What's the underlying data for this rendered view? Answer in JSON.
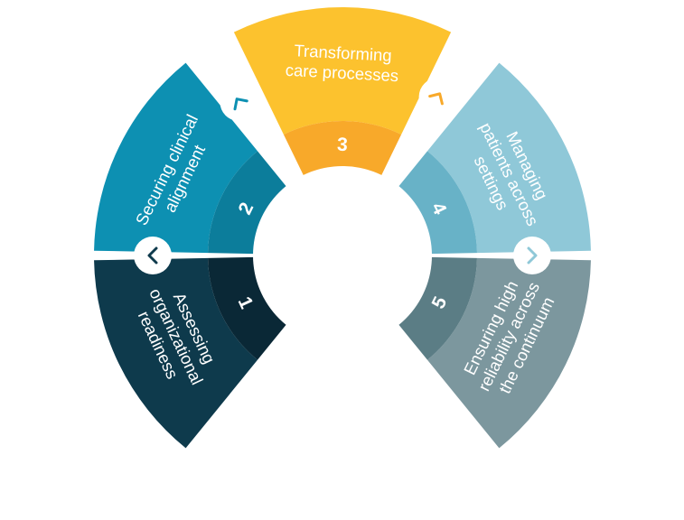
{
  "segments": [
    {
      "number": "1",
      "lines": [
        "Assessing",
        "organizational",
        "readiness"
      ],
      "outer_color": "#0e3a4c",
      "inner_color": "#0a2836"
    },
    {
      "number": "2",
      "lines": [
        "Securing clinical",
        "alignment"
      ],
      "outer_color": "#0d90b2",
      "inner_color": "#0c7d9b"
    },
    {
      "number": "3",
      "lines": [
        "Transforming",
        "care processes"
      ],
      "outer_color": "#fcc22e",
      "inner_color": "#f8a92a"
    },
    {
      "number": "4",
      "lines": [
        "Managing",
        "patients across",
        "settings"
      ],
      "outer_color": "#8fc8d8",
      "inner_color": "#68b2c7"
    },
    {
      "number": "5",
      "lines": [
        "Ensuring high",
        "reliability across",
        "the continuum"
      ],
      "outer_color": "#7c979e",
      "inner_color": "#5b7d85"
    }
  ],
  "connectors": [
    {
      "icon": "chevron-up-icon",
      "color": "#0e3a4c"
    },
    {
      "icon": "chevron-up-right-icon",
      "color": "#0d90b2"
    },
    {
      "icon": "chevron-down-right-icon",
      "color": "#f8a92a"
    },
    {
      "icon": "chevron-down-icon",
      "color": "#8fc8d8"
    }
  ]
}
